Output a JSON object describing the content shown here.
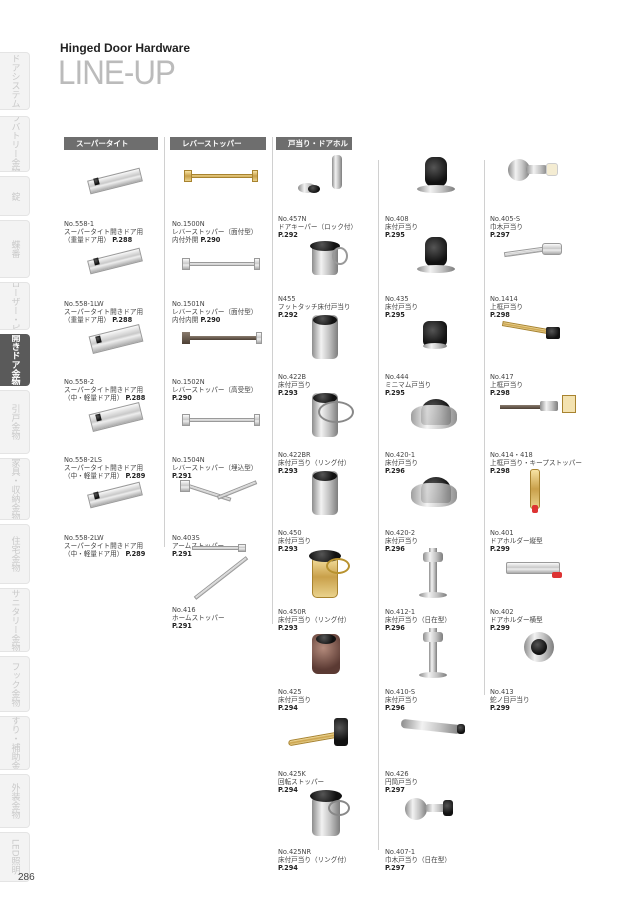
{
  "header": {
    "subtitle": "Hinged Door Hardware",
    "title": "LINE-UP"
  },
  "page_number": "286",
  "tabs": [
    {
      "label": "ドアシステム",
      "active": false
    },
    {
      "label": "ラバトリー金物",
      "active": false
    },
    {
      "label": "錠",
      "active": false
    },
    {
      "label": "蝶番",
      "active": false
    },
    {
      "label": "ドアクローザー・ピボット",
      "active": false
    },
    {
      "label": "開きドア金物",
      "active": true
    },
    {
      "label": "引戸金物",
      "active": false
    },
    {
      "label": "家具・収納金物",
      "active": false
    },
    {
      "label": "住宅金物",
      "active": false
    },
    {
      "label": "サニタリー金物",
      "active": false
    },
    {
      "label": "フック金物",
      "active": false
    },
    {
      "label": "手すり・補助金物",
      "active": false
    },
    {
      "label": "外装金物",
      "active": false
    },
    {
      "label": "LED照明",
      "active": false
    }
  ],
  "columns": [
    {
      "header": "スーパータイト"
    },
    {
      "header": "レバーストッパー"
    },
    {
      "header": "戸当り・ドアホルダー"
    }
  ],
  "items": [
    {
      "no": "No.558-1",
      "d1": "スーパータイト開きドア用",
      "d2": "（重量ドア用）",
      "page": "P.288",
      "img": "tight-long"
    },
    {
      "no": "No.558-1LW",
      "d1": "スーパータイト開きドア用",
      "d2": "（重量ドア用）",
      "page": "P.288",
      "img": "tight-long"
    },
    {
      "no": "No.558-2",
      "d1": "スーパータイト開きドア用",
      "d2": "（中・軽量ドア用）",
      "page": "P.288",
      "img": "tight"
    },
    {
      "no": "No.558-2LS",
      "d1": "スーパータイト開きドア用",
      "d2": "（中・軽量ドア用）",
      "page": "P.289",
      "img": "tight"
    },
    {
      "no": "No.558-2LW",
      "d1": "スーパータイト開きドア用",
      "d2": "（中・軽量ドア用）",
      "page": "P.289",
      "img": "tight-long"
    },
    {
      "no": "No.1500N",
      "d1": "レバーストッパー（面付型）",
      "d2": "内付外開",
      "page": "P.290",
      "img": "lever-brass"
    },
    {
      "no": "No.1501N",
      "d1": "レバーストッパー（面付型）",
      "d2": "内付内開",
      "page": "P.290",
      "img": "lever-silver"
    },
    {
      "no": "No.1502N",
      "d1": "レバーストッパー（高受型）",
      "d2": "",
      "page": "P.290",
      "img": "lever-dark"
    },
    {
      "no": "No.1504N",
      "d1": "レバーストッパー（埋込型）",
      "d2": "",
      "page": "P.291",
      "img": "lever-silver"
    },
    {
      "no": "No.403S",
      "d1": "アームストッパー",
      "d2": "",
      "page": "P.291",
      "img": "arm"
    },
    {
      "no": "No.416",
      "d1": "ホームストッパー",
      "d2": "",
      "page": "P.291",
      "img": "home"
    },
    {
      "no": "No.457N",
      "d1": "ドアキーパー（ロック付）",
      "d2": "",
      "page": "P.292",
      "img": "keeper"
    },
    {
      "no": "N455",
      "d1": "フットタッチ床付戸当り",
      "d2": "",
      "page": "P.292",
      "img": "foot"
    },
    {
      "no": "No.422B",
      "d1": "床付戸当り",
      "d2": "",
      "page": "P.293",
      "img": "cyl"
    },
    {
      "no": "No.422BR",
      "d1": "床付戸当り（リング付）",
      "d2": "",
      "page": "P.293",
      "img": "cyl-ring"
    },
    {
      "no": "No.450",
      "d1": "床付戸当り",
      "d2": "",
      "page": "P.293",
      "img": "cyl"
    },
    {
      "no": "No.450R",
      "d1": "床付戸当り（リング付）",
      "d2": "",
      "page": "P.293",
      "img": "cyl-brass"
    },
    {
      "no": "No.425",
      "d1": "床付戸当り",
      "d2": "",
      "page": "P.294",
      "img": "bronze"
    },
    {
      "no": "No.425K",
      "d1": "回転ストッパー",
      "d2": "",
      "page": "P.294",
      "img": "rotate"
    },
    {
      "no": "No.425NR",
      "d1": "床付戸当り（リング付）",
      "d2": "",
      "page": "P.294",
      "img": "cyl-ring-dark"
    },
    {
      "no": "No.408",
      "d1": "床付戸当り",
      "d2": "",
      "page": "P.295",
      "img": "flange-black"
    },
    {
      "no": "No.435",
      "d1": "床付戸当り",
      "d2": "",
      "page": "P.295",
      "img": "flange-black"
    },
    {
      "no": "No.444",
      "d1": "ミニマム戸当り",
      "d2": "",
      "page": "P.295",
      "img": "mini"
    },
    {
      "no": "No.420-1",
      "d1": "床付戸当り",
      "d2": "",
      "page": "P.296",
      "img": "dome"
    },
    {
      "no": "No.420-2",
      "d1": "床付戸当り",
      "d2": "",
      "page": "P.296",
      "img": "dome"
    },
    {
      "no": "No.412-1",
      "d1": "床付戸当り（日在型）",
      "d2": "",
      "page": "P.296",
      "img": "stand"
    },
    {
      "no": "No.410-S",
      "d1": "床付戸当り",
      "d2": "",
      "page": "P.296",
      "img": "stand"
    },
    {
      "no": "No.426",
      "d1": "円筒戸当り",
      "d2": "",
      "page": "P.297",
      "img": "tube"
    },
    {
      "no": "No.407-1",
      "d1": "巾木戸当り（日在型）",
      "d2": "",
      "page": "P.297",
      "img": "wall-hook"
    },
    {
      "no": "No.405-S",
      "d1": "巾木戸当り",
      "d2": "",
      "page": "P.297",
      "img": "wall"
    },
    {
      "no": "No.1414",
      "d1": "上框戸当り",
      "d2": "",
      "page": "P.298",
      "img": "top-silver"
    },
    {
      "no": "No.417",
      "d1": "上框戸当り",
      "d2": "",
      "page": "P.298",
      "img": "top-brass"
    },
    {
      "no": "No.414・418",
      "d1": "上框戸当り・キープストッパー",
      "d2": "",
      "page": "P.298",
      "img": "keep"
    },
    {
      "no": "No.401",
      "d1": "ドアホルダー縦型",
      "d2": "",
      "page": "P.299",
      "img": "holder-v"
    },
    {
      "no": "No.402",
      "d1": "ドアホルダー横型",
      "d2": "",
      "page": "P.299",
      "img": "holder-h"
    },
    {
      "no": "No.413",
      "d1": "蛇ノ目戸当り",
      "d2": "",
      "page": "P.299",
      "img": "janome"
    }
  ]
}
